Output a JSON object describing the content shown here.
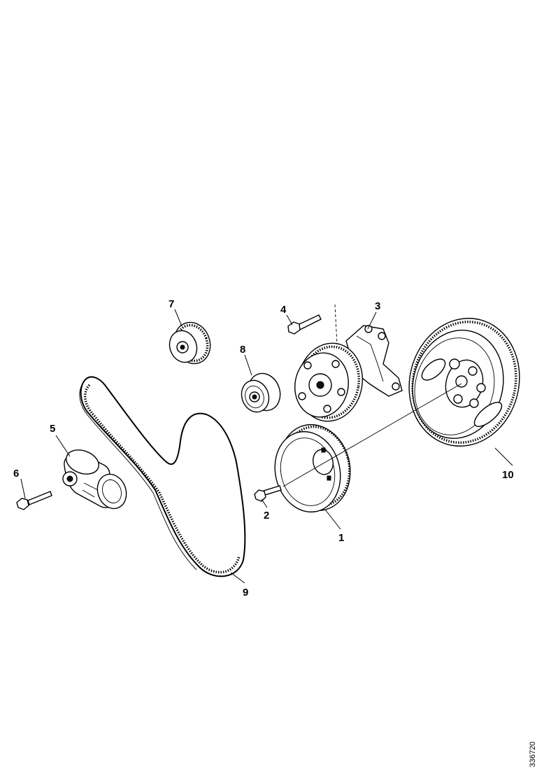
{
  "diagram": {
    "callouts": [
      "1",
      "2",
      "3",
      "4",
      "5",
      "6",
      "7",
      "8",
      "9",
      "10"
    ],
    "reference_code": "336720"
  }
}
